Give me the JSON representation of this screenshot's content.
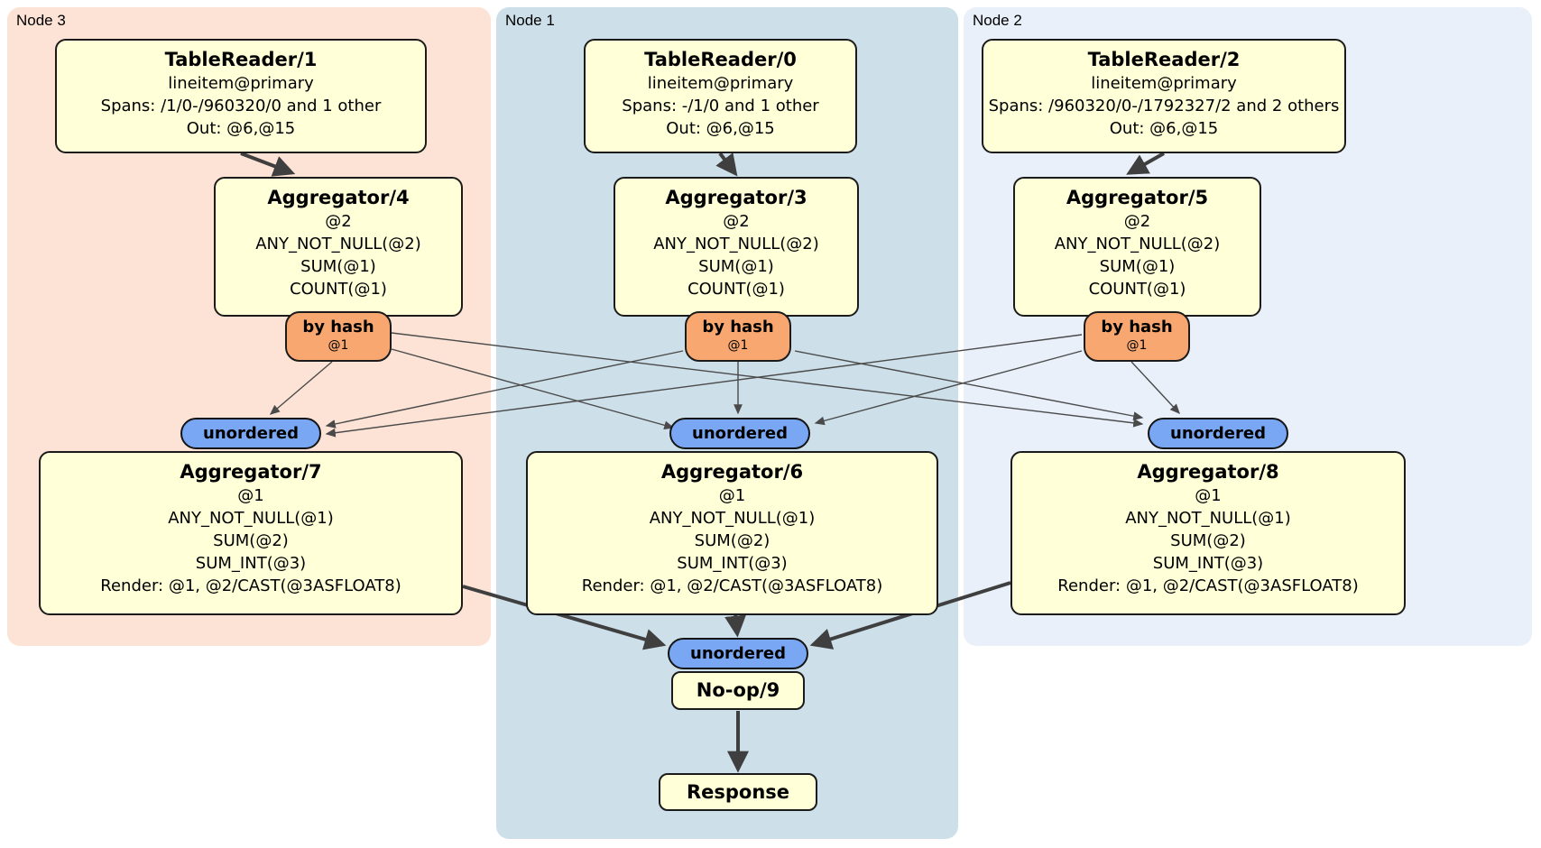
{
  "panels": {
    "node3": {
      "label": "Node 3"
    },
    "node1": {
      "label": "Node 1"
    },
    "node2": {
      "label": "Node 2"
    }
  },
  "processors": {
    "tablereader1": {
      "title": "TableReader/1",
      "lines": [
        "lineitem@primary",
        "Spans: /1/0-/960320/0 and 1 other",
        "Out: @6,@15"
      ]
    },
    "tablereader0": {
      "title": "TableReader/0",
      "lines": [
        "lineitem@primary",
        "Spans: -/1/0 and 1 other",
        "Out: @6,@15"
      ]
    },
    "tablereader2": {
      "title": "TableReader/2",
      "lines": [
        "lineitem@primary",
        "Spans: /960320/0-/1792327/2 and 2 others",
        "Out: @6,@15"
      ]
    },
    "aggregator4": {
      "title": "Aggregator/4",
      "lines": [
        "@2",
        "ANY_NOT_NULL(@2)",
        "SUM(@1)",
        "COUNT(@1)"
      ]
    },
    "aggregator3": {
      "title": "Aggregator/3",
      "lines": [
        "@2",
        "ANY_NOT_NULL(@2)",
        "SUM(@1)",
        "COUNT(@1)"
      ]
    },
    "aggregator5": {
      "title": "Aggregator/5",
      "lines": [
        "@2",
        "ANY_NOT_NULL(@2)",
        "SUM(@1)",
        "COUNT(@1)"
      ]
    },
    "aggregator7": {
      "title": "Aggregator/7",
      "lines": [
        "@1",
        "ANY_NOT_NULL(@1)",
        "SUM(@2)",
        "SUM_INT(@3)",
        "Render: @1, @2/CAST(@3ASFLOAT8)"
      ]
    },
    "aggregator6": {
      "title": "Aggregator/6",
      "lines": [
        "@1",
        "ANY_NOT_NULL(@1)",
        "SUM(@2)",
        "SUM_INT(@3)",
        "Render: @1, @2/CAST(@3ASFLOAT8)"
      ]
    },
    "aggregator8": {
      "title": "Aggregator/8",
      "lines": [
        "@1",
        "ANY_NOT_NULL(@1)",
        "SUM(@2)",
        "SUM_INT(@3)",
        "Render: @1, @2/CAST(@3ASFLOAT8)"
      ]
    },
    "noop9": {
      "title": "No-op/9"
    },
    "response": {
      "title": "Response"
    }
  },
  "routers": {
    "hash3": {
      "label": "by hash",
      "detail": "@1"
    },
    "hash1": {
      "label": "by hash",
      "detail": "@1"
    },
    "hash2": {
      "label": "by hash",
      "detail": "@1"
    }
  },
  "streams": {
    "unordered_left": {
      "label": "unordered"
    },
    "unordered_mid": {
      "label": "unordered"
    },
    "unordered_right": {
      "label": "unordered"
    },
    "unordered_final": {
      "label": "unordered"
    }
  },
  "edges": {
    "thick": [
      [
        "TableReader/1",
        "Aggregator/4"
      ],
      [
        "TableReader/0",
        "Aggregator/3"
      ],
      [
        "TableReader/2",
        "Aggregator/5"
      ],
      [
        "Aggregator/7",
        "unordered_final"
      ],
      [
        "Aggregator/6",
        "unordered_final"
      ],
      [
        "Aggregator/8",
        "unordered_final"
      ],
      [
        "No-op/9",
        "Response"
      ]
    ],
    "hash_routing": "each 'by hash' router fans out to all three 'unordered' stream inputs"
  },
  "colors": {
    "panel_node3": "#fce3d5",
    "panel_node1": "#cddfe9",
    "panel_node2": "#e9f0fa",
    "processor_fill": "#ffffd8",
    "router_fill": "#f7a76f",
    "stream_fill": "#79a7f3",
    "edge_thick": "#3f3f3f",
    "edge_thin": "#4a4a4a"
  }
}
